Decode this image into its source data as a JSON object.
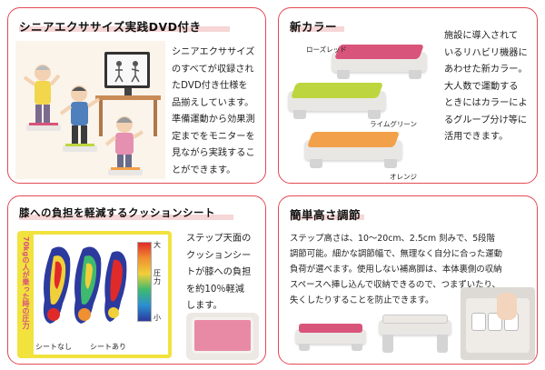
{
  "panel1": {
    "title": "シニアエクササイズ実践DVD付き",
    "lines": [
      "シニアエクササイズ",
      "のすべてが収録され",
      "たDVD付き仕様を",
      "品揃えしています。",
      "準備運動から効果測",
      "定までをモニターを",
      "見ながら実践するこ",
      "とができます。"
    ]
  },
  "panel2": {
    "title": "新カラー",
    "labels": {
      "rose": "ローズレッド",
      "lime": "ライムグリーン",
      "orange": "オレンジ"
    },
    "lines": [
      "施設に導入されて",
      "いるリハビリ機器に",
      "あわせた新カラー。",
      "大人数で運動する",
      "ときにはカラーによ",
      "るグループ分け等に",
      "活用できます。"
    ]
  },
  "panel3": {
    "title": "膝への負担を軽減するクッションシート",
    "side_label": "70kgの人が乗った時の圧力",
    "caption_left": "シートなし",
    "caption_right": "シートあり",
    "scale_top": "大",
    "scale_bottom": "小",
    "scale_mid": "圧力",
    "lines": [
      "ステップ天面の",
      "クッションシー",
      "トが膝への負担",
      "を約10％軽減",
      "します。"
    ]
  },
  "panel4": {
    "title": "簡単高さ調節",
    "lines": [
      "ステップ高さは、10～20cm、2.5cm 刻みで、5段階",
      "調節可能。細かな調節幅で、無理なく自分に合った運動",
      "負荷が選べます。使用しない補高脚は、本体裏側の収納",
      "スペースへ挿し込んで収納できるので、つまずいたり、",
      "失くしたりすることを防止できます。"
    ]
  },
  "colors": {
    "frame": "#e24a52",
    "rose": "#d9547a",
    "lime": "#bdd63f",
    "orange": "#f2a14a",
    "body": "#e9e7e4"
  }
}
